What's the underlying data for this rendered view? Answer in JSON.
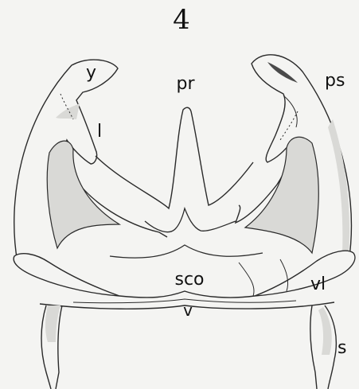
{
  "figure": {
    "number": "4",
    "labels": {
      "y": "y",
      "l": "l",
      "pr": "pr",
      "ps": "ps",
      "sco": "sco",
      "vl": "vl",
      "v": "v",
      "s": "s"
    }
  },
  "colors": {
    "background": "#f4f4f2",
    "outline": "#2a2a2a",
    "shade": "#d9d9d6",
    "dark_spot": "#4a4a4a"
  }
}
